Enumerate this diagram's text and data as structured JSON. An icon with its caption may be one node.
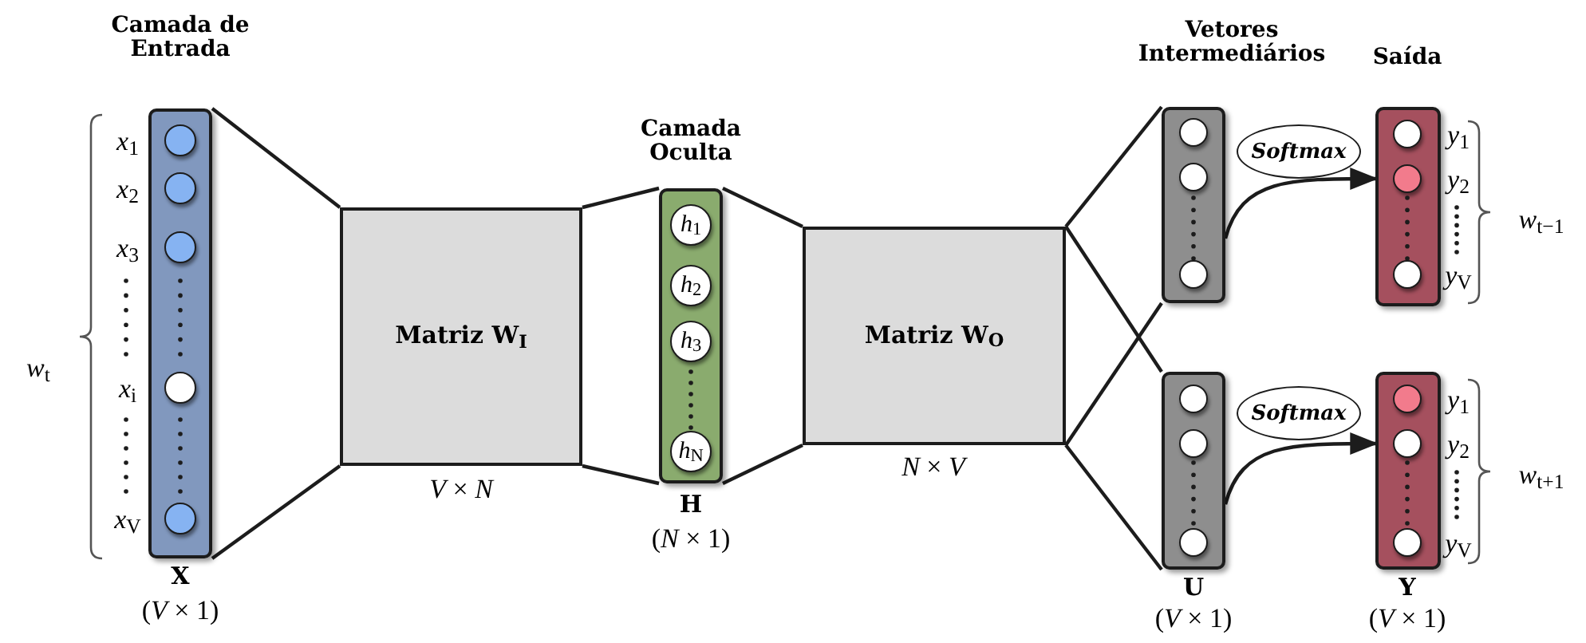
{
  "diagram": {
    "nodes": [
      {
        "text": [
          "Camada de Entrada"
        ],
        "beside": [
          "*w*$_{t}$",
          "X",
          "(*V* × 1)"
        ]
      },
      {
        "text": [],
        "shape": "circle",
        "in": 0,
        "beside": [
          "*x*$_{1}$"
        ]
      },
      {
        "text": [],
        "shape": "circle",
        "in": 0,
        "beside": [
          "*x*$_{2}$"
        ]
      },
      {
        "text": [],
        "shape": "circle",
        "in": 0,
        "beside": [
          "*x*$_{3}$"
        ]
      },
      {
        "text": [],
        "shape": "circle",
        "in": 0,
        "beside": [
          "*x*$_{i}$"
        ]
      },
      {
        "text": [],
        "shape": "circle",
        "in": 0,
        "beside": [
          "*x*$_{V}$"
        ]
      },
      {
        "text": [
          "Matriz W$_{I}$"
        ],
        "beside": [
          "*V* × *N*"
        ]
      },
      {
        "text": [
          "Camada Oculta"
        ],
        "beside": [
          "H",
          "(*N* × 1)"
        ]
      },
      {
        "text": [
          "*h*$_{1}$"
        ],
        "in": 7
      },
      {
        "text": [
          "*h*$_{2}$"
        ],
        "in": 7
      },
      {
        "text": [
          "*h*$_{3}$"
        ],
        "in": 7
      },
      {
        "text": [
          "*h*$_{N}$"
        ],
        "in": 7
      },
      {
        "text": [
          "Matriz W$_{O}$"
        ],
        "beside": [
          "*N* × *V*"
        ]
      },
      {
        "text": [
          "Vetores Intermediários"
        ]
      },
      {
        "text": [],
        "shape": "circle",
        "in": 13
      },
      {
        "text": [],
        "shape": "circle",
        "in": 13
      },
      {
        "text": [],
        "shape": "circle",
        "in": 13
      },
      {
        "text": [
          "Softmax"
        ]
      },
      {
        "text": [
          "Saída"
        ],
        "beside": [
          "*w*$_{t−1}$"
        ]
      },
      {
        "text": [],
        "shape": "circle",
        "in": 18,
        "beside": [
          "*y*$_{1}$"
        ]
      },
      {
        "text": [],
        "shape": "circle",
        "in": 18,
        "beside": [
          "*y*$_{2}$"
        ]
      },
      {
        "text": [],
        "shape": "circle",
        "in": 18,
        "beside": [
          "*y*$_{V}$"
        ]
      },
      {
        "text": [],
        "shape": "bar",
        "beside": [
          "U",
          "(*V* × 1)"
        ]
      },
      {
        "text": [],
        "shape": "circle",
        "in": 22
      },
      {
        "text": [],
        "shape": "circle",
        "in": 22
      },
      {
        "text": [],
        "shape": "circle",
        "in": 22
      },
      {
        "text": [
          "Softmax"
        ]
      },
      {
        "text": [],
        "shape": "bar",
        "beside": [
          "*w*$_{t+1}$",
          "Y",
          "(*V* × 1)"
        ]
      },
      {
        "text": [],
        "shape": "circle",
        "in": 27,
        "beside": [
          "*y*$_{1}$"
        ]
      },
      {
        "text": [],
        "shape": "circle",
        "in": 27,
        "beside": [
          "*y*$_{2}$"
        ]
      },
      {
        "text": [],
        "shape": "circle",
        "in": 27,
        "beside": [
          "*y*$_{V}$"
        ]
      }
    ],
    "edges": [
      {
        "from": 0,
        "to": 6,
        "arrow": "none"
      },
      {
        "from": 0,
        "to": 6,
        "arrow": "none"
      },
      {
        "from": 6,
        "to": 7,
        "arrow": "none"
      },
      {
        "from": 6,
        "to": 7,
        "arrow": "none"
      },
      {
        "from": 7,
        "to": 12,
        "arrow": "none"
      },
      {
        "from": 7,
        "to": 12,
        "arrow": "none"
      },
      {
        "from": 12,
        "to": 13,
        "arrow": "none"
      },
      {
        "from": 12,
        "to": 13,
        "arrow": "none"
      },
      {
        "from": 12,
        "to": 22,
        "arrow": "none"
      },
      {
        "from": 12,
        "to": 22,
        "arrow": "none"
      },
      {
        "from": 13,
        "to": 18,
        "arrow": "to"
      },
      {
        "from": 22,
        "to": 27,
        "arrow": "to"
      }
    ]
  }
}
